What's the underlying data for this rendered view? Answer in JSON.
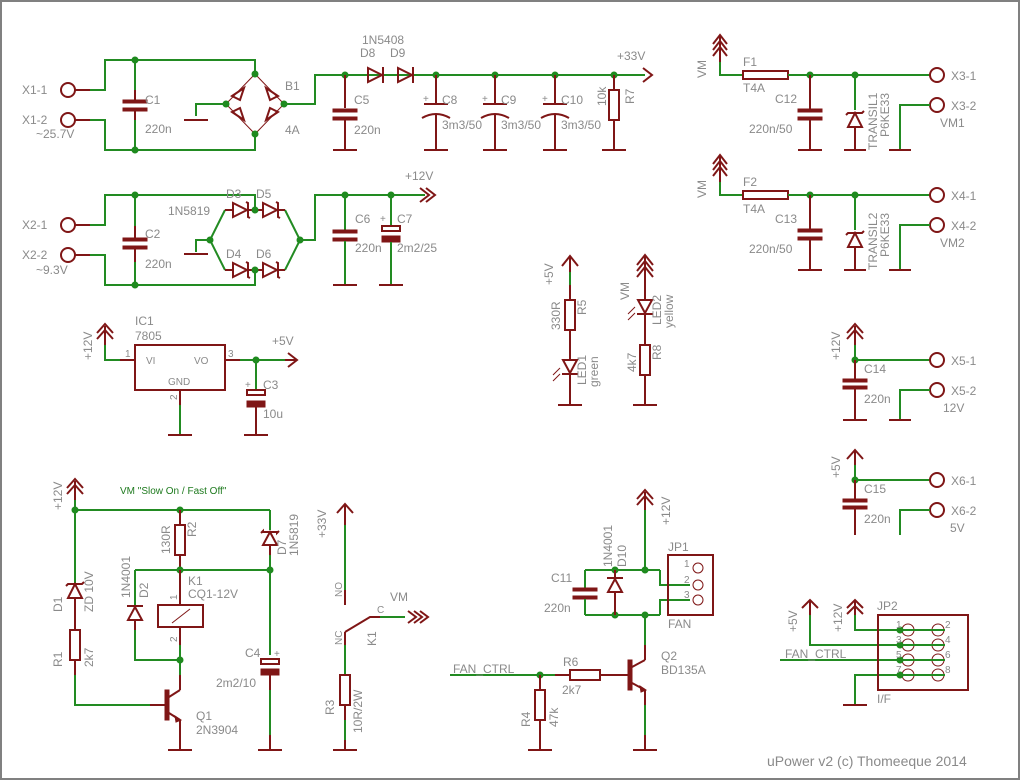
{
  "title_block": "uPower v2 (c) Thomeeque 2014",
  "colors": {
    "wire": "#228b22",
    "part": "#7f1616",
    "text": "#8a8a8a",
    "junction": "#1e8a1e",
    "border": "#808080"
  },
  "labels": {
    "x1_1": "X1-1",
    "x1_2": "X1-2",
    "x1_volt": "~25.7V",
    "c1": "C1",
    "c1_val": "220n",
    "b1": "B1",
    "b1_val": "4A",
    "d8": "D8",
    "d9": "D9",
    "d8d9_val": "1N5408",
    "c5": "C5",
    "c5_val": "220n",
    "c8": "C8",
    "c8_val": "3m3/50",
    "c9": "C9",
    "c9_val": "3m3/50",
    "c10": "C10",
    "c10_val": "3m3/50",
    "r7": "R7",
    "r7_val": "10k",
    "p33": "+33V",
    "x2_1": "X2-1",
    "x2_2": "X2-2",
    "x2_volt": "~9.3V",
    "c2": "C2",
    "c2_val": "220n",
    "d3": "D3",
    "d4": "D4",
    "d5": "D5",
    "d6": "D6",
    "d_val": "1N5819",
    "c6": "C6",
    "c6_val": "220n",
    "c7": "C7",
    "c7_val": "2m2/25",
    "p12_top": "+12V",
    "vm_f1": "VM",
    "f1": "F1",
    "f1_val": "T4A",
    "c12": "C12",
    "c12_val": "220n/50",
    "transil1": "TRANSIL1",
    "transil1_val": "P6KE33",
    "x3_1": "X3-1",
    "x3_2": "X3-2",
    "vm1": "VM1",
    "vm_f2": "VM",
    "f2": "F2",
    "f2_val": "T4A",
    "c13": "C13",
    "c13_val": "220n/50",
    "transil2": "TRANSIL2",
    "transil2_val": "P6KE33",
    "x4_1": "X4-1",
    "x4_2": "X4-2",
    "vm2": "VM2",
    "ic1": "IC1",
    "ic1_val": "7805",
    "ic1_vi": "VI",
    "ic1_vo": "VO",
    "ic1_gnd": "GND",
    "ic1_pin1": "1",
    "ic1_pin2": "2",
    "ic1_pin3": "3",
    "ic1_in": "+12V",
    "ic1_out": "+5V",
    "c3": "C3",
    "c3_val": "10u",
    "led1_sup": "+5V",
    "r5": "R5",
    "r5_val": "330R",
    "led1": "LED1",
    "led1_val": "green",
    "led2_sup": "VM",
    "led2": "LED2",
    "led2_val": "yellow",
    "r8": "R8",
    "r8_val": "4k7",
    "x5_sup": "+12V",
    "c14": "C14",
    "c14_val": "220n",
    "x5_1": "X5-1",
    "x5_2": "X5-2",
    "x5_volt": "12V",
    "x6_sup": "+5V",
    "c15": "C15",
    "c15_val": "220n",
    "x6_1": "X6-1",
    "x6_2": "X6-2",
    "x6_volt": "5V",
    "vm_note": "VM \"Slow On / Fast Off\"",
    "relay_sup": "+12V",
    "d1": "D1",
    "d1_val": "ZD 10V",
    "r1": "R1",
    "r1_val": "2k7",
    "r2": "R2",
    "r2_val": "130R",
    "d2": "D2",
    "d2_val": "1N4001",
    "k1": "K1",
    "k1_val": "CQ1-12V",
    "k1_pin1": "1",
    "k1_pin2": "2",
    "d7": "D7",
    "d7_val": "1N5819",
    "c4": "C4",
    "c4_val": "2m2/10",
    "q1": "Q1",
    "q1_val": "2N3904",
    "sw_sup": "+33V",
    "sw_no": "NO",
    "sw_nc": "NC",
    "sw_c": "C",
    "sw_k1": "K1",
    "sw_vm": "VM",
    "r3": "R3",
    "r3_val": "10R/2W",
    "fan_sup": "+12V",
    "c11": "C11",
    "c11_val": "220n",
    "d10": "D10",
    "d10_val": "1N4001",
    "jp1": "JP1",
    "jp1_val": "FAN",
    "jp1_p1": "1",
    "jp1_p2": "2",
    "jp1_p3": "3",
    "q2": "Q2",
    "q2_val": "BD135A",
    "r6": "R6",
    "r6_val": "2k7",
    "r4": "R4",
    "r4_val": "47k",
    "fan_ctrl": "FAN_CTRL",
    "jp2": "JP2",
    "jp2_val": "I/F",
    "jp2_p5v": "+5V",
    "jp2_p12v": "+12V",
    "jp2_fan": "FAN_CTRL",
    "jp2_pins": [
      "1",
      "2",
      "3",
      "4",
      "5",
      "6",
      "7",
      "8"
    ]
  }
}
